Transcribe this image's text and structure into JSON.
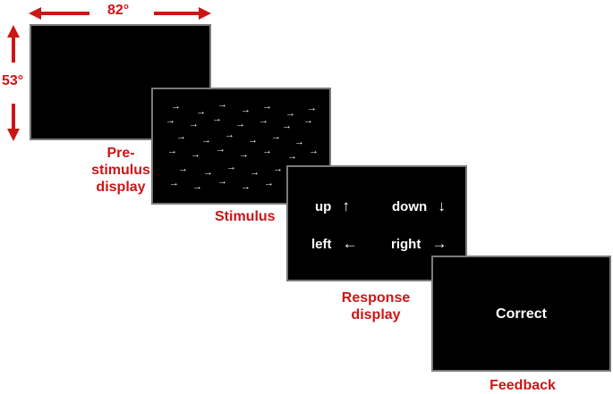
{
  "dimensions": {
    "horizontal": "82°",
    "vertical": "53°"
  },
  "panels": {
    "prestimulus": {
      "label_line1": "Pre-",
      "label_line2": "stimulus",
      "label_line3": "display"
    },
    "stimulus": {
      "label": "Stimulus",
      "dot_glyph": "→"
    },
    "response": {
      "label_line1": "Response",
      "label_line2": "display",
      "options": {
        "up": "up",
        "down": "down",
        "left": "left",
        "right": "right"
      },
      "arrows": {
        "up": "↑",
        "down": "↓",
        "left": "←",
        "right": "→"
      }
    },
    "feedback": {
      "label": "Feedback",
      "text": "Correct"
    }
  },
  "colors": {
    "accent": "#cc1616",
    "screen": "#000000",
    "border": "#7a7a7a"
  }
}
